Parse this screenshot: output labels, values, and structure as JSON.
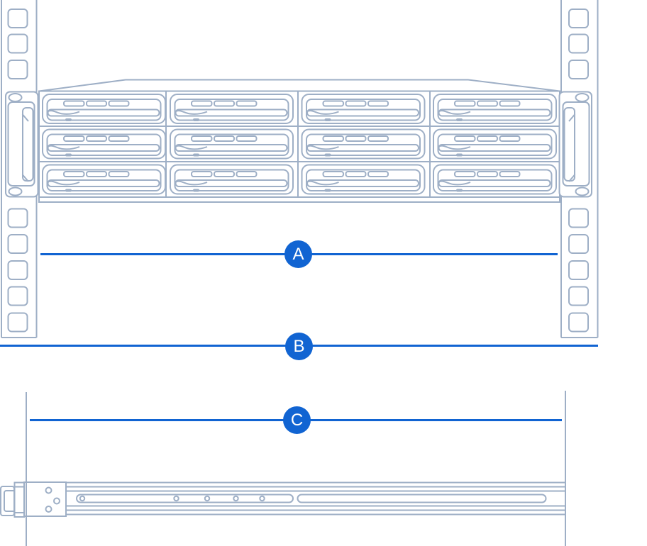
{
  "illustration": {
    "callouts": [
      {
        "label": "A"
      },
      {
        "label": "B"
      },
      {
        "label": "C"
      }
    ],
    "colors": {
      "accent_blue": "#1164d2",
      "line_art_gray": "#9eafc6"
    }
  }
}
